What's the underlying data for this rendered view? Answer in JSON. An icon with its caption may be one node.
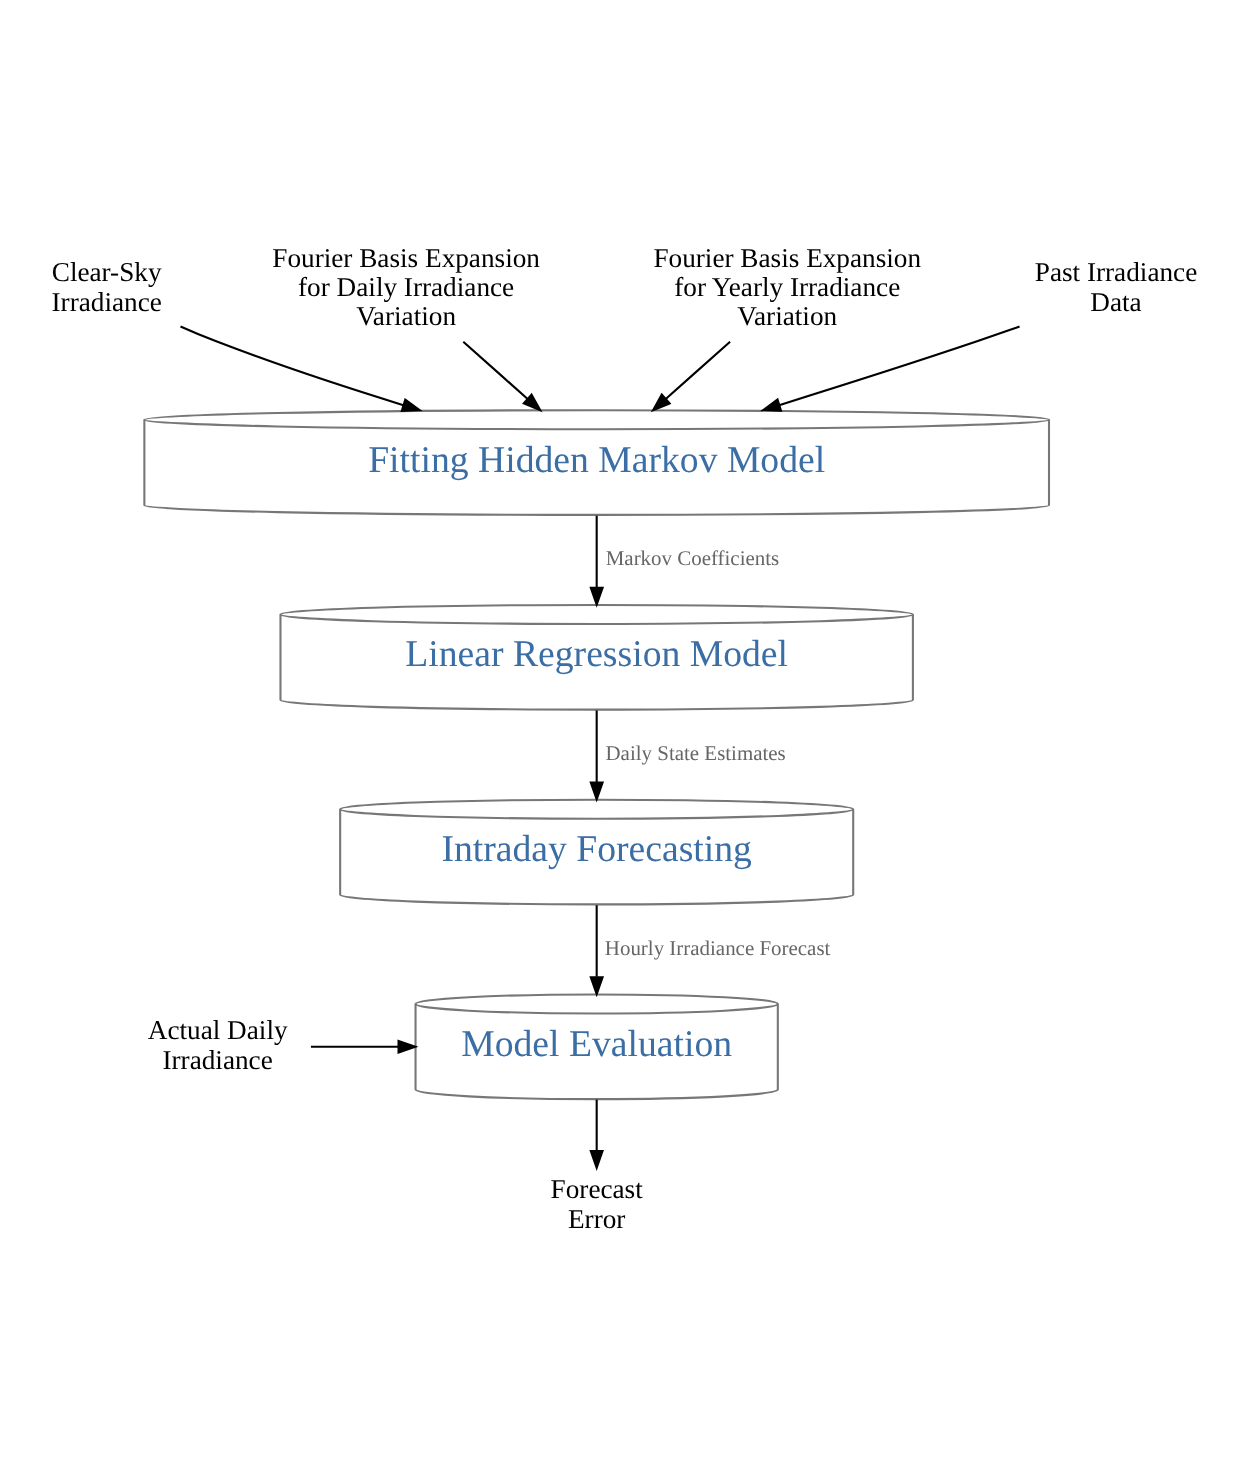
{
  "diagram": {
    "nodes": [
      {
        "text": [
          "Clear-Sky Irradiance"
        ]
      },
      {
        "text": [
          "Fourier Basis Expansion for Daily Irradiance Variation"
        ]
      },
      {
        "text": [
          "Fourier Basis Expansion for Yearly Irradiance Variation"
        ]
      },
      {
        "text": [
          "Past Irradiance Data"
        ]
      },
      {
        "text": [
          "Fitting Hidden Markov Model"
        ]
      },
      {
        "text": [
          "Linear Regression Model"
        ]
      },
      {
        "text": [
          "Intraday Forecasting"
        ]
      },
      {
        "text": [
          "Model Evaluation"
        ]
      },
      {
        "text": [
          "Actual Daily Irradiance"
        ]
      },
      {
        "text": [
          "Forecast Error"
        ]
      }
    ],
    "edges": [
      {
        "from": 0,
        "to": 4,
        "arrow": "to"
      },
      {
        "from": 1,
        "to": 4,
        "arrow": "to"
      },
      {
        "from": 2,
        "to": 4,
        "arrow": "to"
      },
      {
        "from": 3,
        "to": 4,
        "arrow": "to"
      },
      {
        "from": 4,
        "to": 5,
        "arrow": "to",
        "label": "Markov Coefficients"
      },
      {
        "from": 5,
        "to": 6,
        "arrow": "to",
        "label": "Daily State Estimates"
      },
      {
        "from": 6,
        "to": 7,
        "arrow": "to",
        "label": "Hourly Irradiance Forecast"
      },
      {
        "from": 8,
        "to": 7,
        "arrow": "to"
      },
      {
        "from": 7,
        "to": 9,
        "arrow": "to"
      }
    ]
  }
}
